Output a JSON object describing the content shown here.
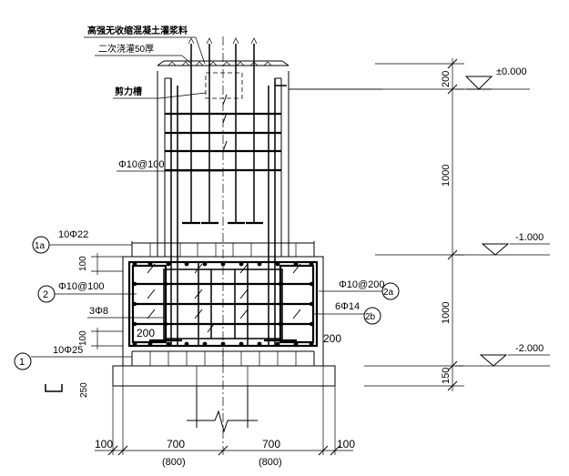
{
  "labels": {
    "grout_note": "高强无收缩混凝土灌浆料",
    "grout_thickness": "二次浇灌50厚",
    "shear_key": "剪力槽",
    "col_stirrup": "Φ10@100",
    "rebar_1a": "10Φ22",
    "rebar_2": "Φ10@100",
    "rebar_3": "3Φ8",
    "rebar_1": "10Φ25",
    "rebar_2a": "Φ10@200",
    "rebar_2b": "6Φ14",
    "cover_left": "200",
    "cover_right": "200"
  },
  "markers": {
    "m1a": "1a",
    "m2": "2",
    "m1": "1",
    "m2a": "2a",
    "m2b": "2b"
  },
  "elevations": {
    "top": "±0.000",
    "mid": "-1.000",
    "bottom": "-2.000"
  },
  "dims_vertical": {
    "d200": "200",
    "d1000_upper": "1000",
    "d1000_lower": "1000",
    "d150": "150",
    "d250": "250",
    "d100_upper": "100",
    "d100_lower": "100"
  },
  "dims_horizontal": {
    "d100_left": "100",
    "d700_left": "700",
    "d800_left": "(800)",
    "d700_right": "700",
    "d800_right": "(800)",
    "d100_right": "100"
  }
}
